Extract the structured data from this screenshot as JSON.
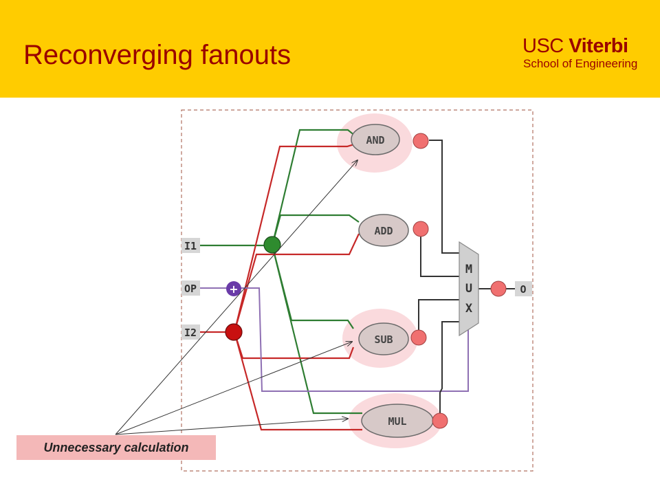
{
  "slide": {
    "title": "Reconverging fanouts",
    "logo": {
      "line1_a": "USC ",
      "line1_b": "Viterbi",
      "line2": "School of Engineering"
    }
  },
  "diagram": {
    "ports": {
      "i1": "I1",
      "op": "OP",
      "i2": "I2",
      "out": "O"
    },
    "units": {
      "and": "AND",
      "add": "ADD",
      "sub": "SUB",
      "mul": "MUL"
    },
    "mux": [
      "M",
      "U",
      "X"
    ],
    "op_marker": "+",
    "callout": "Unnecessary calculation",
    "colors": {
      "header": "#FFCC00",
      "title": "#990000",
      "wire_i1": "#2E7D32",
      "wire_i2": "#C62828",
      "wire_op": "#8E6FB3",
      "highlight": "#FADADD",
      "token": "#F07070"
    }
  }
}
